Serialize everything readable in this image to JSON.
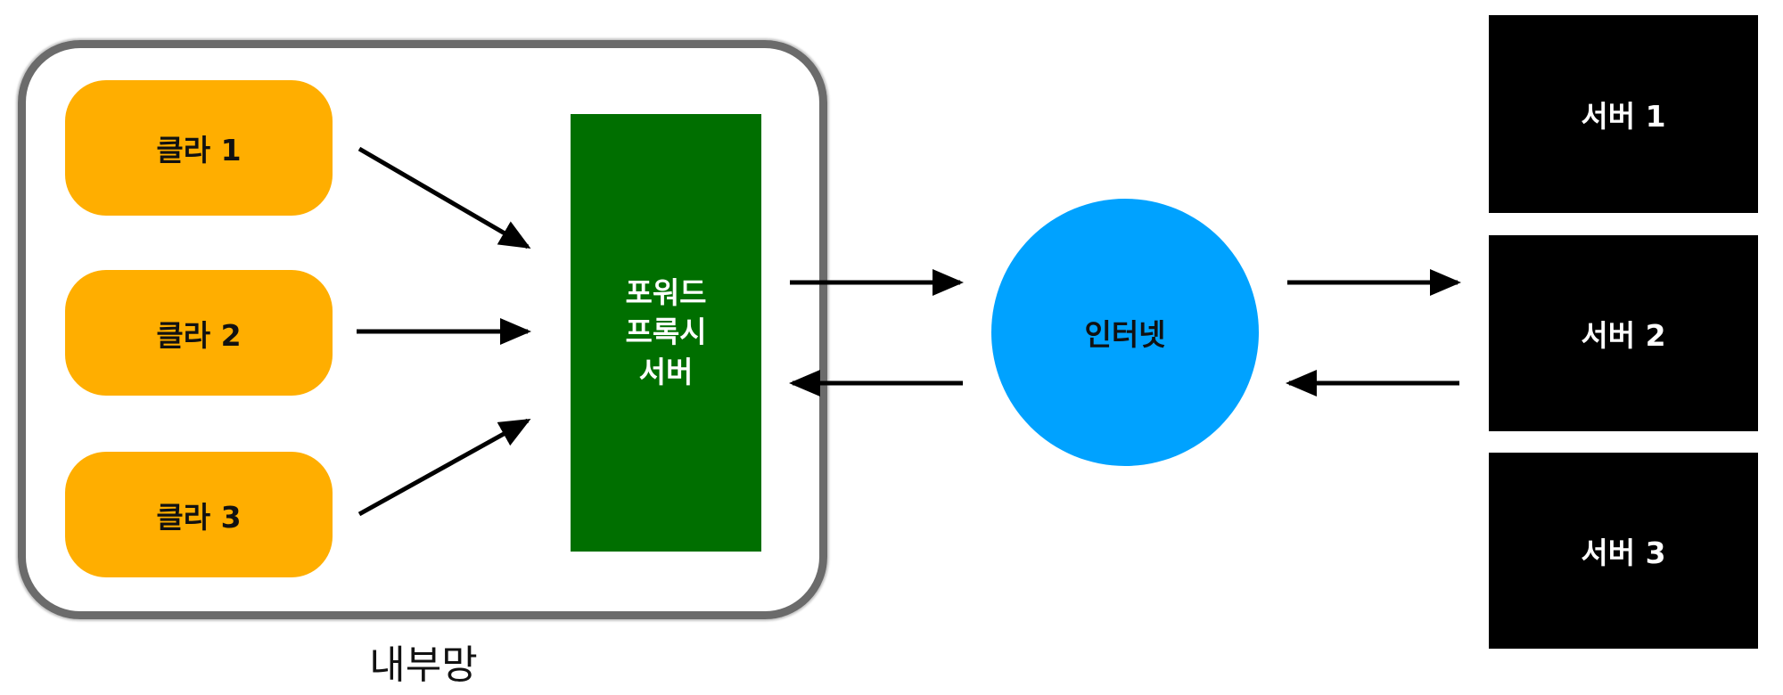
{
  "colors": {
    "client": "#FFAE00",
    "proxy": "#006F00",
    "internet": "#00A2FF",
    "server": "#000000",
    "boundary": "#6B6B6B"
  },
  "network": {
    "label": "내부망"
  },
  "clients": [
    {
      "label": "클라 1"
    },
    {
      "label": "클라 2"
    },
    {
      "label": "클라 3"
    }
  ],
  "proxy": {
    "label": "포워드\n프록시\n서버"
  },
  "internet": {
    "label": "인터넷"
  },
  "servers": [
    {
      "label": "서버 1"
    },
    {
      "label": "서버 2"
    },
    {
      "label": "서버 3"
    }
  ]
}
